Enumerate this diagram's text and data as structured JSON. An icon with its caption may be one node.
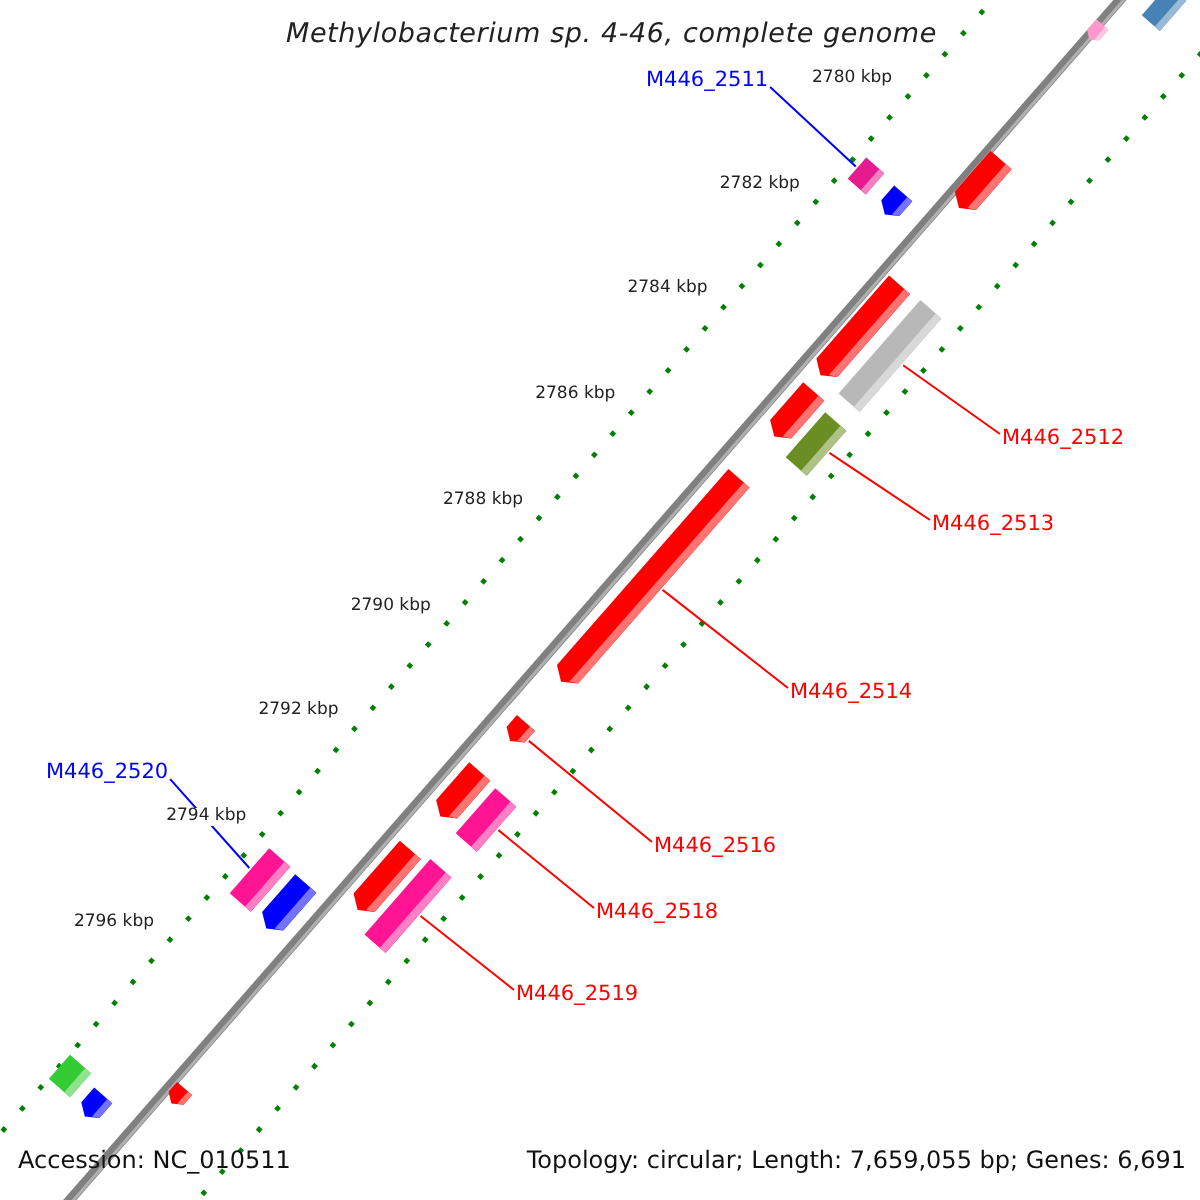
{
  "diagram": {
    "title": "Methylobacterium sp. 4-46, complete genome",
    "nodes": [
      {
        "text": [
          "M446_2511"
        ]
      },
      {
        "text": [
          "M446_2512"
        ]
      },
      {
        "text": [
          "M446_2513"
        ]
      },
      {
        "text": [
          "M446_2514"
        ]
      },
      {
        "text": [
          "M446_2516"
        ]
      },
      {
        "text": [
          "M446_2518"
        ]
      },
      {
        "text": [
          "M446_2519"
        ]
      },
      {
        "text": [
          "M446_2520"
        ]
      },
      {
        "text": [],
        "shape": "bar"
      },
      {
        "text": [],
        "shape": "bar"
      },
      {
        "text": [],
        "shape": "bar"
      },
      {
        "text": [],
        "shape": "bar"
      },
      {
        "text": [],
        "shape": "bar"
      },
      {
        "text": [],
        "shape": "bar"
      },
      {
        "text": [],
        "shape": "bar"
      },
      {
        "text": [],
        "shape": "bar"
      }
    ],
    "edges": [
      {
        "from": 0,
        "to": 8,
        "arrow": "none",
        "color": "#0000ff"
      },
      {
        "from": 1,
        "to": 9,
        "arrow": "none"
      },
      {
        "from": 2,
        "to": 10,
        "arrow": "none"
      },
      {
        "from": 3,
        "to": 11,
        "arrow": "none"
      },
      {
        "from": 4,
        "to": 12,
        "arrow": "none"
      },
      {
        "from": 5,
        "to": 13,
        "arrow": "none"
      },
      {
        "from": 6,
        "to": 15,
        "arrow": "none"
      },
      {
        "from": 7,
        "to": 14,
        "arrow": "none",
        "color": "#0000ff"
      }
    ],
    "labels": [
      "2780 kbp",
      "2782 kbp",
      "2784 kbp",
      "2786 kbp",
      "2788 kbp",
      "2790 kbp",
      "2792 kbp",
      "2794 kbp",
      "2796 kbp",
      "Accession: NC_010511",
      "Topology: circular; Length: 7,659,055 bp; Genes: 6,691"
    ]
  }
}
